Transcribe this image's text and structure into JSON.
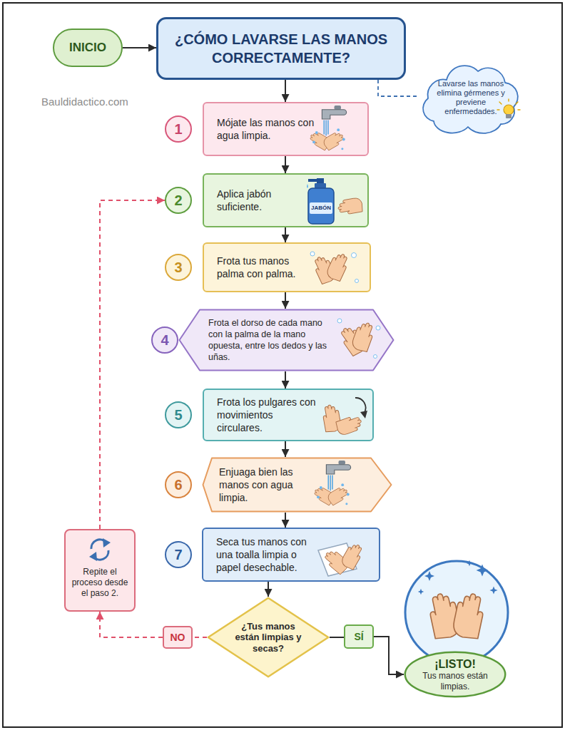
{
  "diagram": {
    "nodes": [
      {
        "text": [
          "INICIO"
        ]
      },
      {
        "text": [
          "¿CÓMO LAVARSE LAS MANOS CORRECTAMENTE?"
        ]
      },
      {
        "text": [
          "Lavarse las manos elimina gérmenes y previene enfermedades."
        ]
      },
      {
        "text": [
          "1"
        ]
      },
      {
        "text": [
          "Mójate las manos con agua limpia."
        ]
      },
      {
        "text": [
          "2"
        ]
      },
      {
        "text": [
          "Aplica jabón suficiente."
        ]
      },
      {
        "text": [
          "3"
        ]
      },
      {
        "text": [
          "Frota tus manos palma con palma."
        ]
      },
      {
        "text": [
          "4"
        ]
      },
      {
        "text": [
          "Frota el dorso de cada mano con la palma de la mano opuesta, entre los dedos y las uñas."
        ]
      },
      {
        "text": [
          "5"
        ]
      },
      {
        "text": [
          "Frota los pulgares con movimientos circulares."
        ]
      },
      {
        "text": [
          "6"
        ]
      },
      {
        "text": [
          "Enjuaga bien las manos con agua limpia."
        ]
      },
      {
        "text": [
          "7"
        ]
      },
      {
        "text": [
          "Seca tus manos con una toalla limpia o papel desechable."
        ]
      },
      {
        "text": [
          "Repite el proceso desde el paso 2."
        ]
      },
      {
        "text": [
          "NO"
        ]
      },
      {
        "text": [
          "¿Tus manos están limpias y secas?"
        ]
      },
      {
        "text": [
          "SÍ"
        ]
      },
      {
        "text": [
          "¡LISTO!",
          "Tus manos están limpias."
        ]
      }
    ],
    "edges": [
      {
        "from": 0,
        "to": 1,
        "arrow": "to"
      },
      {
        "from": 1,
        "to": 2,
        "arrow": "none"
      },
      {
        "from": 1,
        "to": 4,
        "arrow": "to"
      },
      {
        "from": 4,
        "to": 6,
        "arrow": "to"
      },
      {
        "from": 6,
        "to": 8,
        "arrow": "to"
      },
      {
        "from": 8,
        "to": 10,
        "arrow": "to"
      },
      {
        "from": 10,
        "to": 12,
        "arrow": "to"
      },
      {
        "from": 12,
        "to": 14,
        "arrow": "to"
      },
      {
        "from": 14,
        "to": 16,
        "arrow": "to"
      },
      {
        "from": 16,
        "to": 19,
        "arrow": "to"
      },
      {
        "from": 19,
        "to": 18,
        "arrow": "none"
      },
      {
        "from": 18,
        "to": 17,
        "arrow": "to"
      },
      {
        "from": 17,
        "to": 5,
        "arrow": "to"
      },
      {
        "from": 19,
        "to": 20,
        "arrow": "none"
      },
      {
        "from": 20,
        "to": 21,
        "arrow": "to"
      }
    ],
    "labels": [
      "Bauldidactico.com",
      "JABÓN"
    ]
  }
}
